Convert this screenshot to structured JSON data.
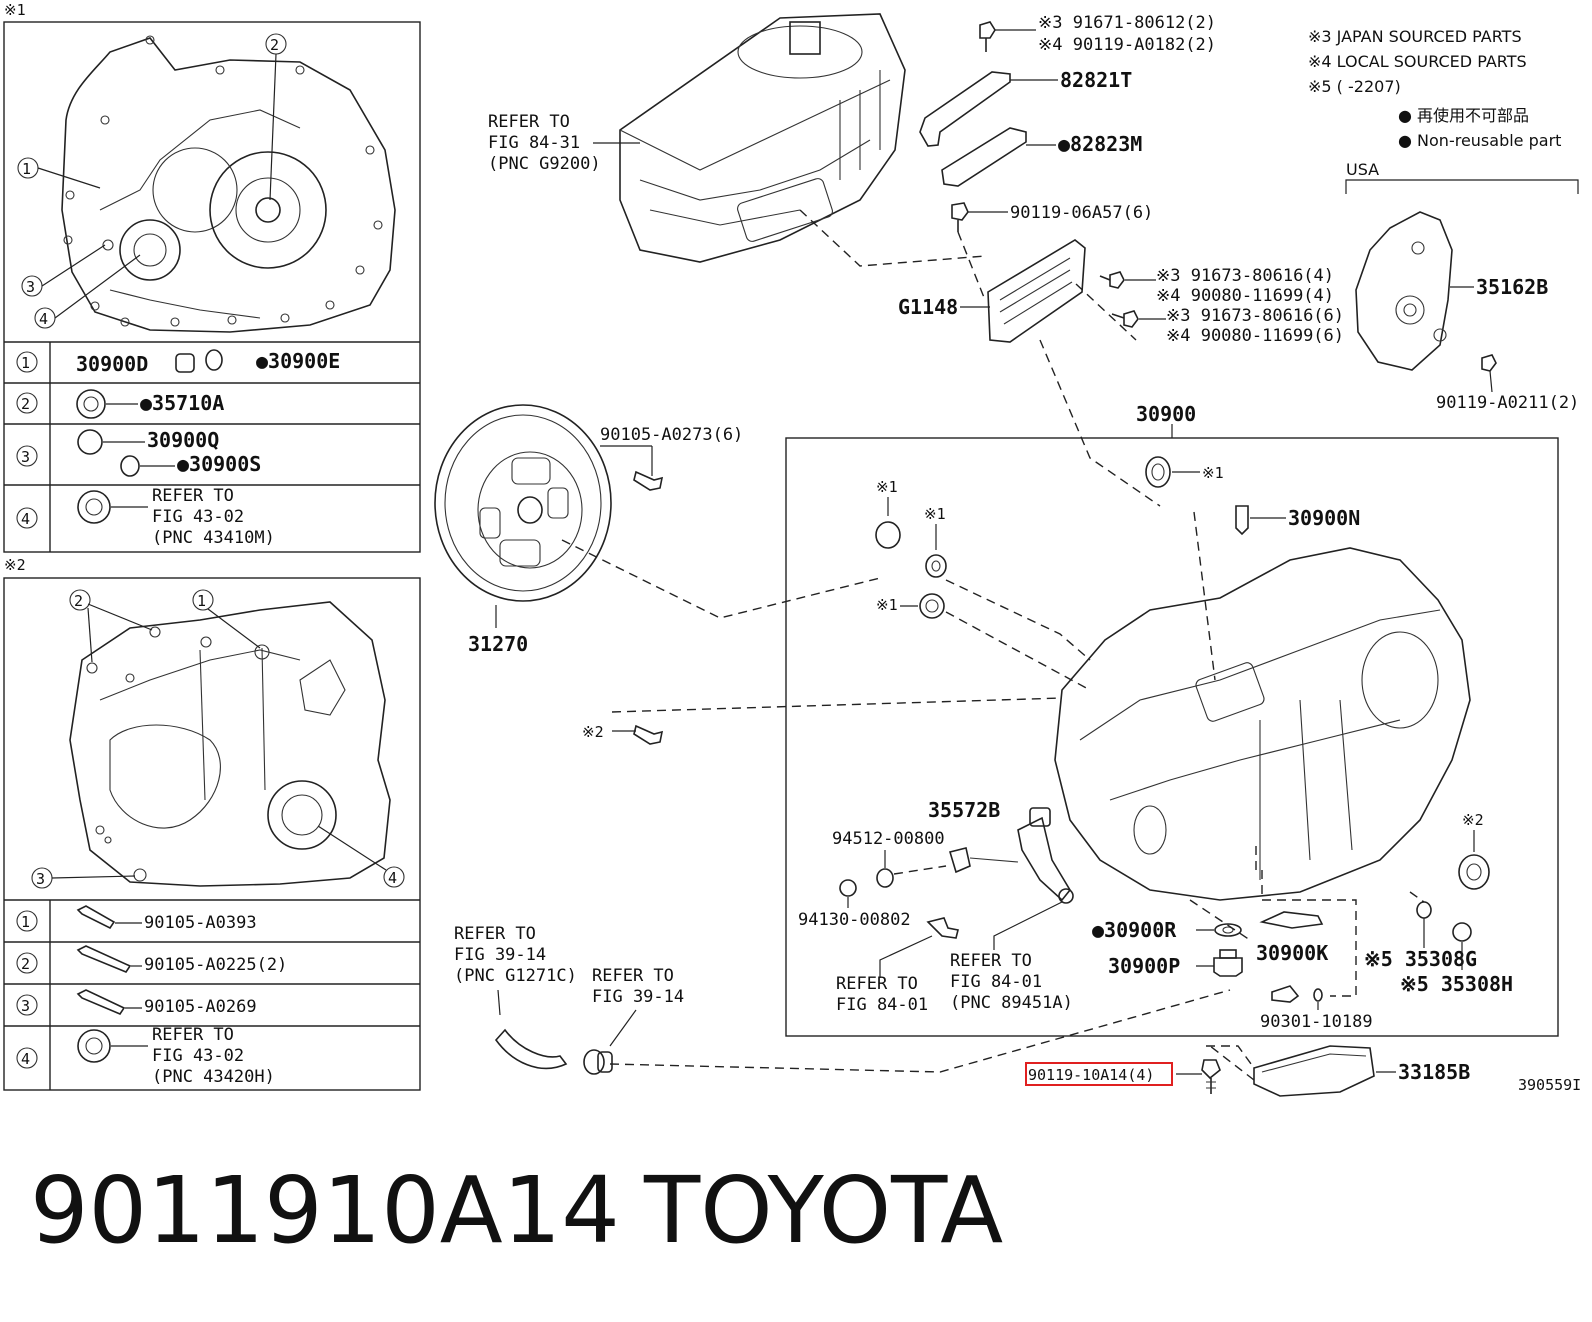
{
  "inset1": {
    "marker": "※1",
    "rows": [
      {
        "num": "1",
        "parts": "30900D",
        "parts2": "●30900E"
      },
      {
        "num": "2",
        "parts": "●35710A"
      },
      {
        "num": "3",
        "parts": "30900Q",
        "parts2": "●30900S"
      },
      {
        "num": "4",
        "ref1": "REFER TO",
        "ref2": "FIG 43-02",
        "ref3": "(PNC 43410M)"
      }
    ],
    "callouts": [
      "1",
      "2",
      "3",
      "4"
    ]
  },
  "inset2": {
    "marker": "※2",
    "rows": [
      {
        "num": "1",
        "parts": "90105-A0393"
      },
      {
        "num": "2",
        "parts": "90105-A0225(2)"
      },
      {
        "num": "3",
        "parts": "90105-A0269"
      },
      {
        "num": "4",
        "ref1": "REFER TO",
        "ref2": "FIG 43-02",
        "ref3": "(PNC 43420H)"
      }
    ],
    "callouts": [
      "2",
      "1",
      "3",
      "4"
    ]
  },
  "legend": {
    "l1": "※3 JAPAN SOURCED PARTS",
    "l2": "※4 LOCAL SOURCED PARTS",
    "l3": "※5 (      -2207)",
    "l4": "● 再使用不可部品",
    "l5": "● Non-reusable part",
    "usa": "USA"
  },
  "labels": {
    "refer_g9200_1": "REFER TO",
    "refer_g9200_2": "FIG 84-31",
    "refer_g9200_3": "(PNC G9200)",
    "p91671": "※3 91671-80612(2)",
    "p90119a0182": "※4 90119-A0182(2)",
    "p82821t": "82821T",
    "p82823m": "●82823M",
    "p90119_06a57": "90119-06A57(6)",
    "g1148": "G1148",
    "p91673_4": "※3 91673-80616(4)",
    "p90080_4": "※4 90080-11699(4)",
    "p91673_6": "※3 91673-80616(6)",
    "p90080_6": "※4 90080-11699(6)",
    "p35162b": "35162B",
    "p90119a0211": "90119-A0211(2)",
    "p90105a0273": "90105-A0273(6)",
    "p31270": "31270",
    "p30900": "30900",
    "m1a": "※1",
    "m1b": "※1",
    "m1c": "※1",
    "m1d": "※1",
    "p30900n": "30900N",
    "m2a": "※2",
    "m2b": "※2",
    "p35572b": "35572B",
    "p94512": "94512-00800",
    "p94130": "94130-00802",
    "refer_8401a_1": "REFER TO",
    "refer_8401a_2": "FIG 84-01",
    "refer_89451_1": "REFER TO",
    "refer_89451_2": "FIG 84-01",
    "refer_89451_3": "(PNC 89451A)",
    "p30900r": "●30900R",
    "p30900p": "30900P",
    "p30900k": "30900K",
    "p35308g": "※5 35308G",
    "p35308h": "※5 35308H",
    "p90301": "90301-10189",
    "refer_g1271_1": "REFER TO",
    "refer_g1271_2": "FIG 39-14",
    "refer_g1271_3": "(PNC G1271C)",
    "refer_3914_1": "REFER TO",
    "refer_3914_2": "FIG 39-14",
    "p90119_10a14": "90119-10A14(4)",
    "p33185b": "33185B",
    "fig_id": "390559I"
  },
  "caption": {
    "part_number": "9011910A14",
    "brand": "TOYOTA"
  }
}
